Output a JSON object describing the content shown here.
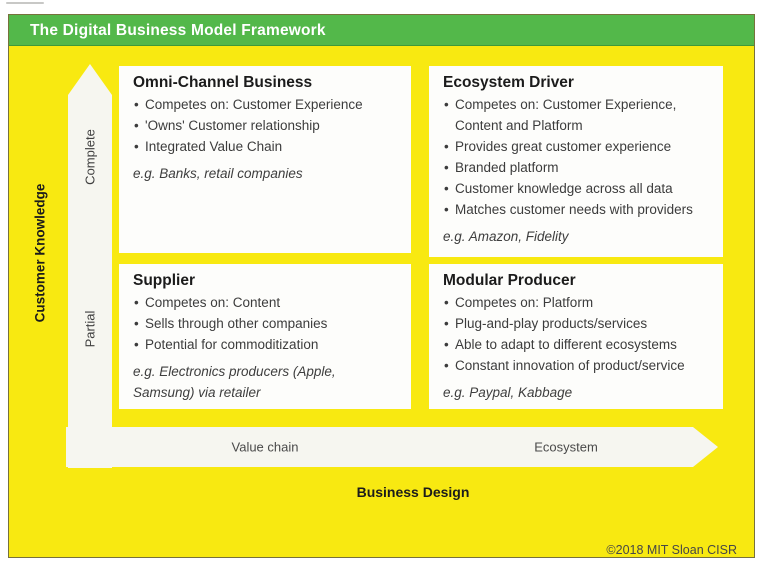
{
  "header": {
    "title": "The Digital Business Model Framework"
  },
  "y_axis": {
    "label": "Customer Knowledge",
    "top_value": "Complete",
    "bottom_value": "Partial"
  },
  "x_axis": {
    "label": "Business Design",
    "left_value": "Value chain",
    "right_value": "Ecosystem"
  },
  "quadrants": [
    {
      "title": "Omni-Channel Business",
      "bullets": [
        "Competes on: Customer Experience",
        "'Owns' Customer relationship",
        "Integrated Value Chain"
      ],
      "example": "e.g. Banks, retail companies"
    },
    {
      "title": "Ecosystem Driver",
      "bullets": [
        "Competes on: Customer Experience, Content and Platform",
        "Provides great customer experience",
        "Branded platform",
        "Customer knowledge across all data",
        "Matches customer needs with providers"
      ],
      "example": "e.g. Amazon, Fidelity"
    },
    {
      "title": "Supplier",
      "bullets": [
        "Competes on: Content",
        "Sells through other companies",
        "Potential for commoditization"
      ],
      "example": "e.g. Electronics producers (Apple, Samsung) via retailer"
    },
    {
      "title": "Modular Producer",
      "bullets": [
        "Competes on: Platform",
        "Plug-and-play products/services",
        "Able to adapt to different ecosystems",
        "Constant innovation of product/service"
      ],
      "example": "e.g. Paypal, Kabbage"
    }
  ],
  "footer": {
    "copyright": "©2018 MIT Sloan CISR"
  },
  "colors": {
    "green_header": "#53b84a",
    "yellow_background": "#f8e911",
    "panel_white": "#fdfdfb",
    "arrow_white": "#f6f6f0"
  }
}
